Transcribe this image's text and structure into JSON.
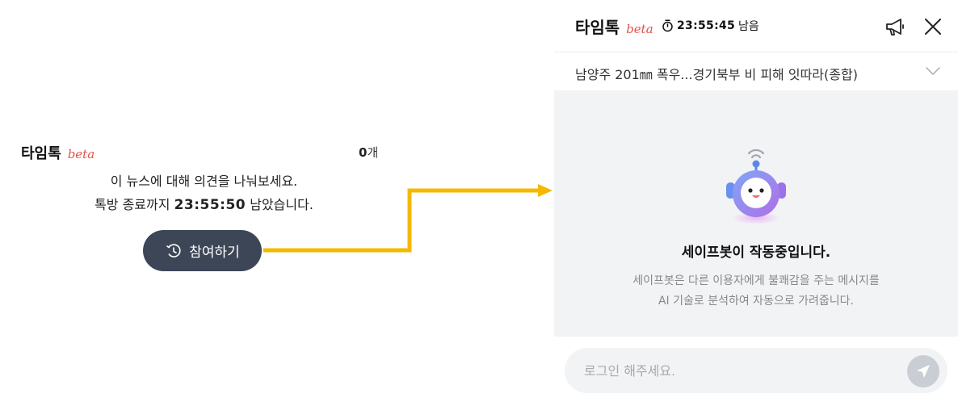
{
  "left_card": {
    "title": "타임톡",
    "beta": "beta",
    "count_value": "0",
    "count_unit": "개",
    "message_line1": "이 뉴스에 대해 의견을 나눠보세요.",
    "message_line2_prefix": "톡방 종료까지 ",
    "message_line2_time": "23:55:50",
    "message_line2_suffix": " 남았습니다.",
    "join_button_label": "참여하기",
    "join_button_icon": "clock-icon"
  },
  "arrow": {
    "color": "#f5b800"
  },
  "panel": {
    "title": "타임톡",
    "beta": "beta",
    "timer_icon": "stopwatch-icon",
    "timer_time": "23:55:45",
    "timer_suffix": "남음",
    "headline": "남양주 201㎜ 폭우...경기북부 비 피해 잇따라(종합)",
    "bot_title": "세이프봇이 작동중입니다.",
    "bot_desc_line1": "세이프봇은 다른 이용자에게 불쾌감을 주는 메시지를",
    "bot_desc_line2": "AI 기술로 분석하여 자동으로 가려줍니다.",
    "input_placeholder": "로그인 해주세요.",
    "send_icon": "send-icon"
  },
  "colors": {
    "beta": "#e0534a",
    "join_button_bg": "#3d4657",
    "panel_body_bg": "#f2f3f5",
    "send_button_bg": "#c9ced4"
  }
}
